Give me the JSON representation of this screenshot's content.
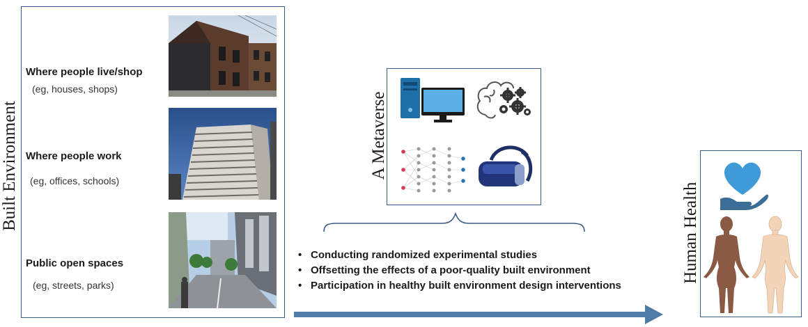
{
  "built_environment": {
    "label": "Built Environment",
    "categories": [
      {
        "title": "Where people live/shop",
        "subtitle": "(eg, houses, shops)",
        "photo_icon": "apartment-building-photo"
      },
      {
        "title": "Where people work",
        "subtitle": "(eg, offices, schools)",
        "photo_icon": "office-tower-photo"
      },
      {
        "title": "Public open spaces",
        "subtitle": "(eg, streets, parks)",
        "photo_icon": "city-street-photo"
      }
    ]
  },
  "metaverse": {
    "label": "A Metaverse",
    "icons": [
      "desktop-computer-icon",
      "brain-gears-icon",
      "neural-network-icon",
      "vr-headset-icon"
    ]
  },
  "benefits": [
    "Conducting randomized experimental studies",
    "Offsetting the effects of a poor-quality built environment",
    "Participation in healthy built environment design interventions"
  ],
  "human_health": {
    "label": "Human Health",
    "icons": [
      "heart-hand-icon",
      "female-figure-icon",
      "male-figure-icon"
    ]
  },
  "colors": {
    "panel_border": "#3b5a85",
    "arrow": "#4f7ba8",
    "heart": "#3e9bd8",
    "hand": "#3a6e96",
    "female_skin": "#8a5a44",
    "male_skin": "#f3d4b8"
  }
}
